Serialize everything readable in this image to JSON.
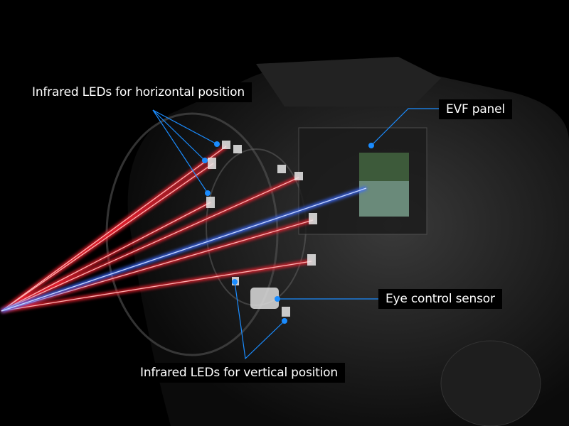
{
  "labels": {
    "horizontal_leds": "Infrared LEDs for horizontal position",
    "evf_panel": "EVF panel",
    "eye_sensor": "Eye control sensor",
    "vertical_leds": "Infrared LEDs for vertical position"
  },
  "colors": {
    "background": "#000000",
    "ir_beam": "#ff2030",
    "eye_beam": "#4a7dff",
    "leader": "#1a8cff"
  }
}
